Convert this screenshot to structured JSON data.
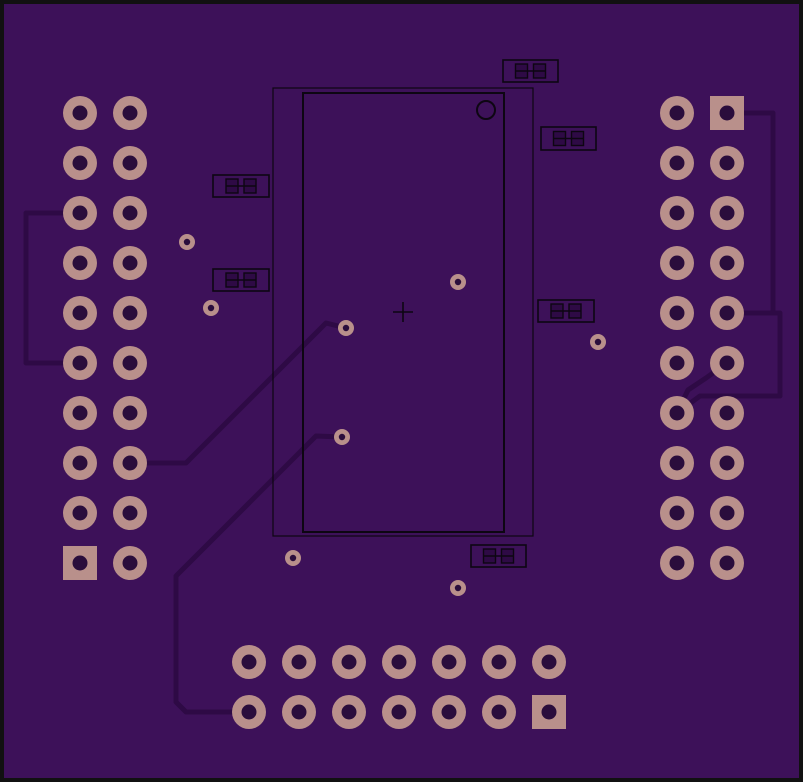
{
  "board": {
    "colors": {
      "substrate": "#3d1159",
      "edge": "#111111",
      "trace": "#2e0a45",
      "pad": "#b9908b",
      "drill": "#2a0d3c",
      "silk": "#0d0612"
    },
    "headers": [
      {
        "id": "left-header",
        "rows": 10,
        "cols": 2,
        "square_pin": "bottom-left"
      },
      {
        "id": "right-header",
        "rows": 10,
        "cols": 2,
        "square_pin": "top-right"
      },
      {
        "id": "bottom-header",
        "rows": 2,
        "cols": 7,
        "square_pin": "bottom-right"
      }
    ],
    "chip": {
      "outline_label": "",
      "marker": "pin1-circle"
    },
    "smd_pads_count": 6,
    "vias_count": 8
  }
}
